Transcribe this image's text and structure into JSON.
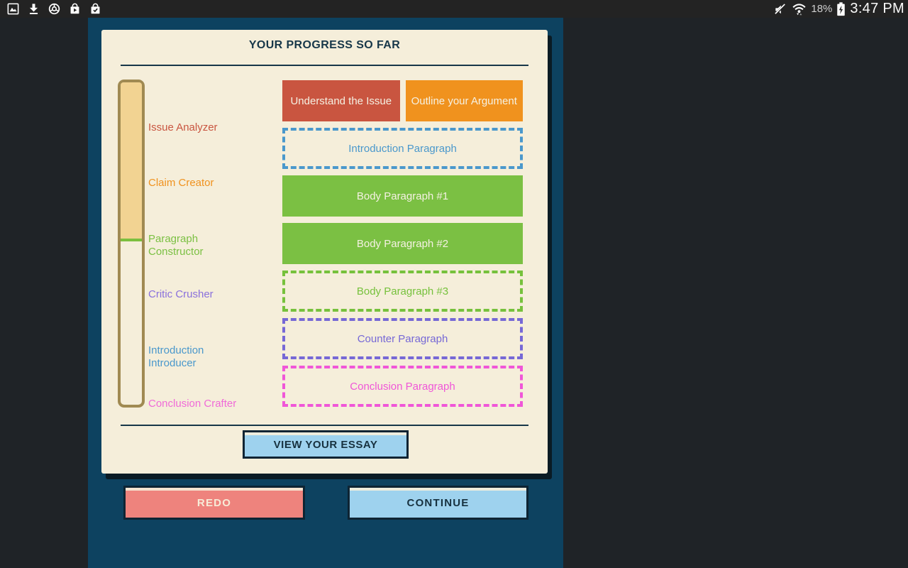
{
  "status_bar": {
    "time": "3:47 PM",
    "battery_percent": "18%",
    "left_icons": [
      "gallery",
      "download",
      "chrome",
      "play-store",
      "purchased-bag"
    ],
    "right_icons": [
      "volume-muted",
      "wifi",
      "battery-charging"
    ]
  },
  "progress_card": {
    "title": "YOUR PROGRESS SO FAR",
    "progress": {
      "fill_percent": "49%",
      "fill_color": "#f2d392",
      "marker_color": "#7cbf3f",
      "track_border_color": "#a08a52"
    },
    "levels": [
      {
        "label": "Issue Analyzer",
        "color": "#c95540"
      },
      {
        "label": "Claim Creator",
        "color": "#f0921e"
      },
      {
        "label": "Paragraph Constructor",
        "color": "#7bc043"
      },
      {
        "label": "Critic Crusher",
        "color": "#8a70dc"
      },
      {
        "label": "Introduction Introducer",
        "color": "#4a98cc"
      },
      {
        "label": "Conclusion Crafter",
        "color": "#f06ad8"
      }
    ],
    "steps": [
      {
        "label": "Understand the Issue",
        "color": "#c95540",
        "state": "complete"
      },
      {
        "label": "Outline your Argument",
        "color": "#f0921e",
        "state": "complete"
      },
      {
        "label": "Introduction Paragraph",
        "color": "#4a98cc",
        "state": "pending"
      },
      {
        "label": "Body Paragraph #1",
        "color": "#7bc043",
        "state": "complete"
      },
      {
        "label": "Body Paragraph #2",
        "color": "#7bc043",
        "state": "complete"
      },
      {
        "label": "Body Paragraph #3",
        "color": "#76c13c",
        "state": "pending"
      },
      {
        "label": "Counter Paragraph",
        "color": "#7668d6",
        "state": "pending"
      },
      {
        "label": "Conclusion Paragraph",
        "color": "#f056d8",
        "state": "pending"
      }
    ],
    "view_essay_label": "VIEW YOUR ESSAY"
  },
  "footer": {
    "redo_label": "REDO",
    "continue_label": "CONTINUE"
  },
  "colors": {
    "background": "#1f2327",
    "panel": "#0d4260",
    "card": "#f5eeda",
    "ink": "#17313f",
    "button_blue": "#9ed2ee",
    "button_red": "#ee837d",
    "button_red_text": "#f7ecd8"
  }
}
